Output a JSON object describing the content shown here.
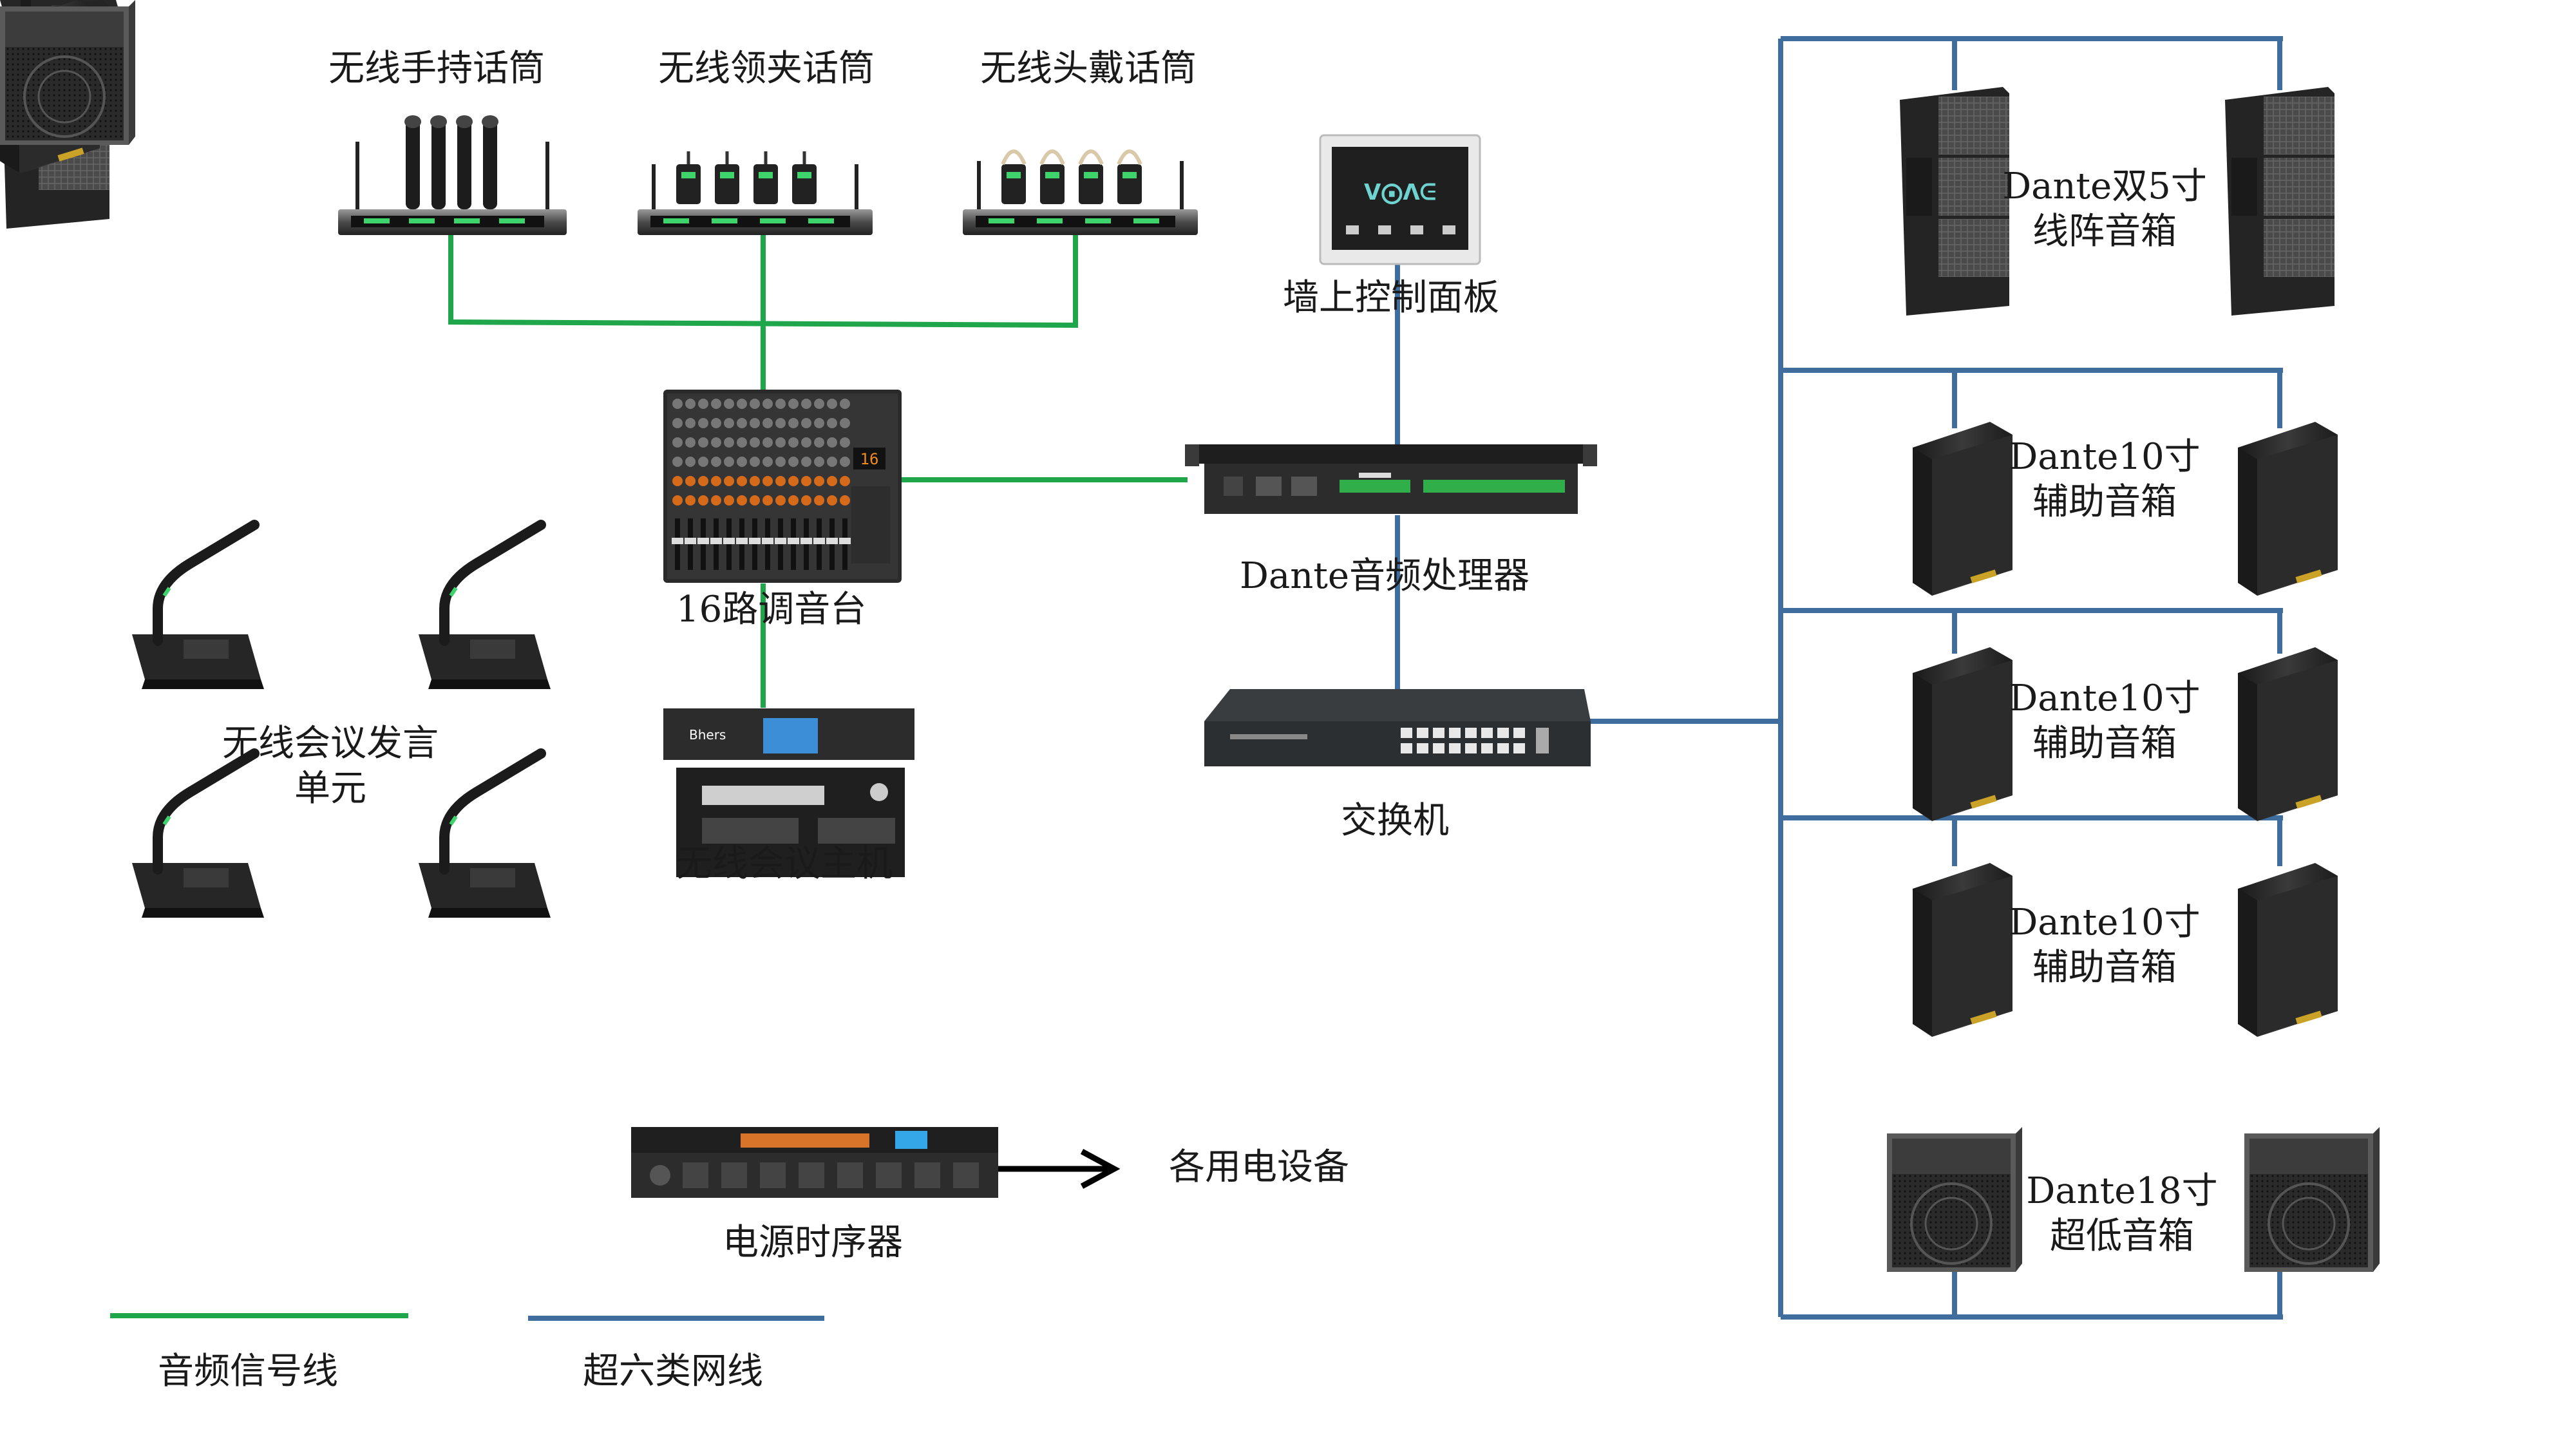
{
  "colors": {
    "audio_line": "#1fa64a",
    "network_line": "#3e6d9e",
    "arrow": "#000000",
    "device_dark": "#2b2b2b",
    "display_green": "#3fd36b",
    "display_orange": "#f08a1c",
    "display_blue": "#34a7e8"
  },
  "icons": {
    "handheld_receiver": "handheld-mic-receiver-icon",
    "lapel_receiver": "lapel-mic-receiver-icon",
    "headset_receiver": "headset-mic-receiver-icon",
    "touch_panel": "touch-panel-icon",
    "mixer": "mixer-icon",
    "dsp": "rack-processor-icon",
    "switch": "network-switch-icon",
    "conference_host": "conference-host-icon",
    "conference_unit": "gooseneck-mic-icon",
    "sequencer": "power-sequencer-icon",
    "line_array": "line-array-speaker-icon",
    "cabinet": "cabinet-speaker-icon",
    "subwoofer": "subwoofer-icon"
  },
  "labels": {
    "handheld_mic": "无线手持话筒",
    "lapel_mic": "无线领夹话筒",
    "headset_mic": "无线头戴话筒",
    "wall_panel": "墙上控制面板",
    "mixer": "16路调音台",
    "dsp": "Dante音频处理器",
    "switch": "交换机",
    "conference_host": "无线会议主机",
    "conference_unit_line1": "无线会议发言",
    "conference_unit_line2": "单元",
    "sequencer": "电源时序器",
    "backup_power": "各用电设备",
    "line_array_line1": "Dante双5寸",
    "line_array_line2": "线阵音箱",
    "aux1_line1": "Dante10寸",
    "aux1_line2": "辅助音箱",
    "aux2_line1": "Dante10寸",
    "aux2_line2": "辅助音箱",
    "aux3_line1": "Dante10寸",
    "aux3_line2": "辅助音箱",
    "sub_line1": "Dante18寸",
    "sub_line2": "超低音箱"
  },
  "legend": {
    "audio": "音频信号线",
    "network": "超六类网线"
  }
}
